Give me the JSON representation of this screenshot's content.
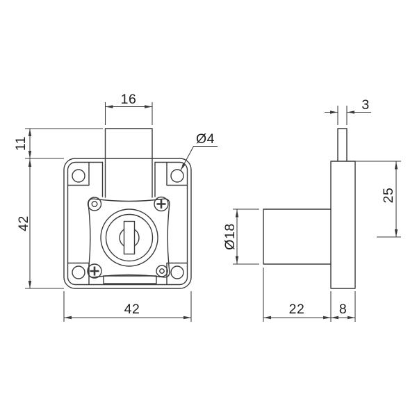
{
  "canvas": {
    "background": "#ffffff",
    "line_color": "#3a3a3a",
    "text_color": "#1f1f1f"
  },
  "drawing": {
    "type": "technical-drawing",
    "subject": "drawer lock - front and side orthographic views with dimensions",
    "front_view": {
      "labels": {
        "cam_width": "16",
        "top_offset": "11",
        "plate_height": "42",
        "plate_width": "42",
        "corner_hole_dia": "Ø4"
      }
    },
    "side_view": {
      "labels": {
        "bolt_width": "3",
        "top_to_cylinder_axis": "25",
        "cylinder_dia": "Ø18",
        "cylinder_length": "22",
        "plate_thickness": "8"
      }
    }
  }
}
